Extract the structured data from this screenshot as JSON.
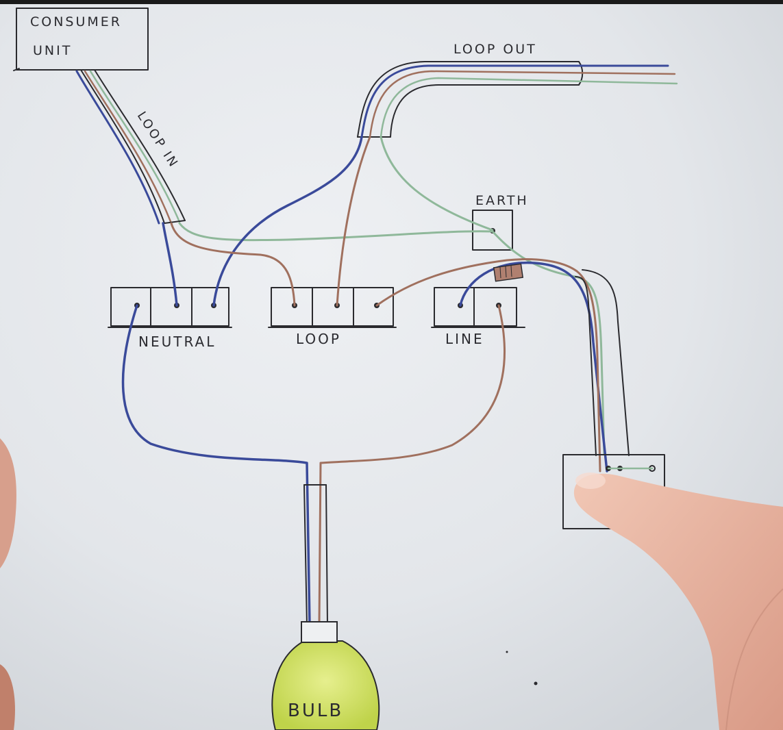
{
  "diagram": {
    "labels": {
      "consumer_unit_line1": "CONSUMER",
      "consumer_unit_line2": "UNIT",
      "loop_in": "LOOP IN",
      "loop_out": "LOOP OUT",
      "earth": "EARTH",
      "neutral": "NEUTRAL",
      "loop": "LOOP",
      "line": "LINE",
      "bulb": "BULB"
    },
    "wire_colors": {
      "neutral": "#3a4a9a",
      "live": "#a0705e",
      "earth": "#8fb89a"
    },
    "paper_color": "#e9ecef",
    "bulb_fill": "#d6e56a"
  }
}
